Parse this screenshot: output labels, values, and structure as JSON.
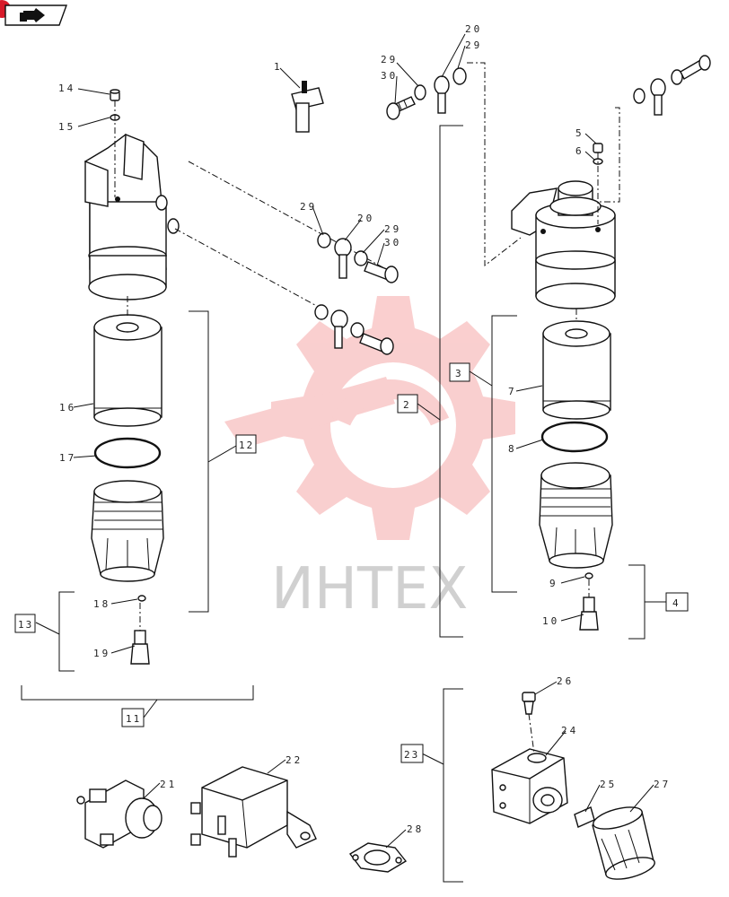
{
  "watermark": {
    "text": "ИНТЕХ",
    "color": "#f5a8a8"
  },
  "nav_icon": "next-page-arrow-icon",
  "callouts": [
    {
      "id": "c1",
      "text": "1"
    },
    {
      "id": "c2",
      "text": "2"
    },
    {
      "id": "c3",
      "text": "3"
    },
    {
      "id": "c4",
      "text": "4"
    },
    {
      "id": "c5",
      "text": "5"
    },
    {
      "id": "c6",
      "text": "6"
    },
    {
      "id": "c7",
      "text": "7"
    },
    {
      "id": "c8",
      "text": "8"
    },
    {
      "id": "c9",
      "text": "9"
    },
    {
      "id": "c10",
      "text": "10"
    },
    {
      "id": "c11",
      "text": "11"
    },
    {
      "id": "c12",
      "text": "12"
    },
    {
      "id": "c13",
      "text": "13"
    },
    {
      "id": "c14",
      "text": "14"
    },
    {
      "id": "c15",
      "text": "15"
    },
    {
      "id": "c16",
      "text": "16"
    },
    {
      "id": "c17",
      "text": "17"
    },
    {
      "id": "c18",
      "text": "18"
    },
    {
      "id": "c19",
      "text": "19"
    },
    {
      "id": "c20a",
      "text": "20"
    },
    {
      "id": "c20b",
      "text": "20"
    },
    {
      "id": "c21",
      "text": "21"
    },
    {
      "id": "c22",
      "text": "22"
    },
    {
      "id": "c23",
      "text": "23"
    },
    {
      "id": "c24",
      "text": "24"
    },
    {
      "id": "c25",
      "text": "25"
    },
    {
      "id": "c26",
      "text": "26"
    },
    {
      "id": "c27",
      "text": "27"
    },
    {
      "id": "c28",
      "text": "28"
    },
    {
      "id": "c29a",
      "text": "29"
    },
    {
      "id": "c29b",
      "text": "29"
    },
    {
      "id": "c29c",
      "text": "29"
    },
    {
      "id": "c29d",
      "text": "29"
    },
    {
      "id": "c30a",
      "text": "30"
    },
    {
      "id": "c30b",
      "text": "30"
    }
  ]
}
